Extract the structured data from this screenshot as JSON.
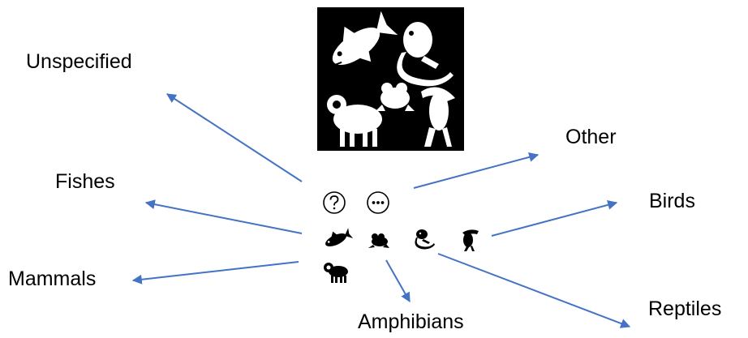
{
  "categories": {
    "unspecified": "Unspecified",
    "other": "Other",
    "fishes": "Fishes",
    "birds": "Birds",
    "mammals": "Mammals",
    "amphibians": "Amphibians",
    "reptiles": "Reptiles"
  },
  "icons": {
    "hero": "animal-group-icon",
    "unspecified": "question-mark-circle-icon",
    "other": "more-dots-circle-icon",
    "fishes": "fish-icon",
    "amphibians": "frog-icon",
    "reptiles": "lizard-icon",
    "birds": "toucan-icon",
    "mammals": "ram-icon"
  },
  "colors": {
    "arrow": "#4472C4",
    "text": "#000000",
    "hero_background": "#000000",
    "icon": "#000000"
  }
}
